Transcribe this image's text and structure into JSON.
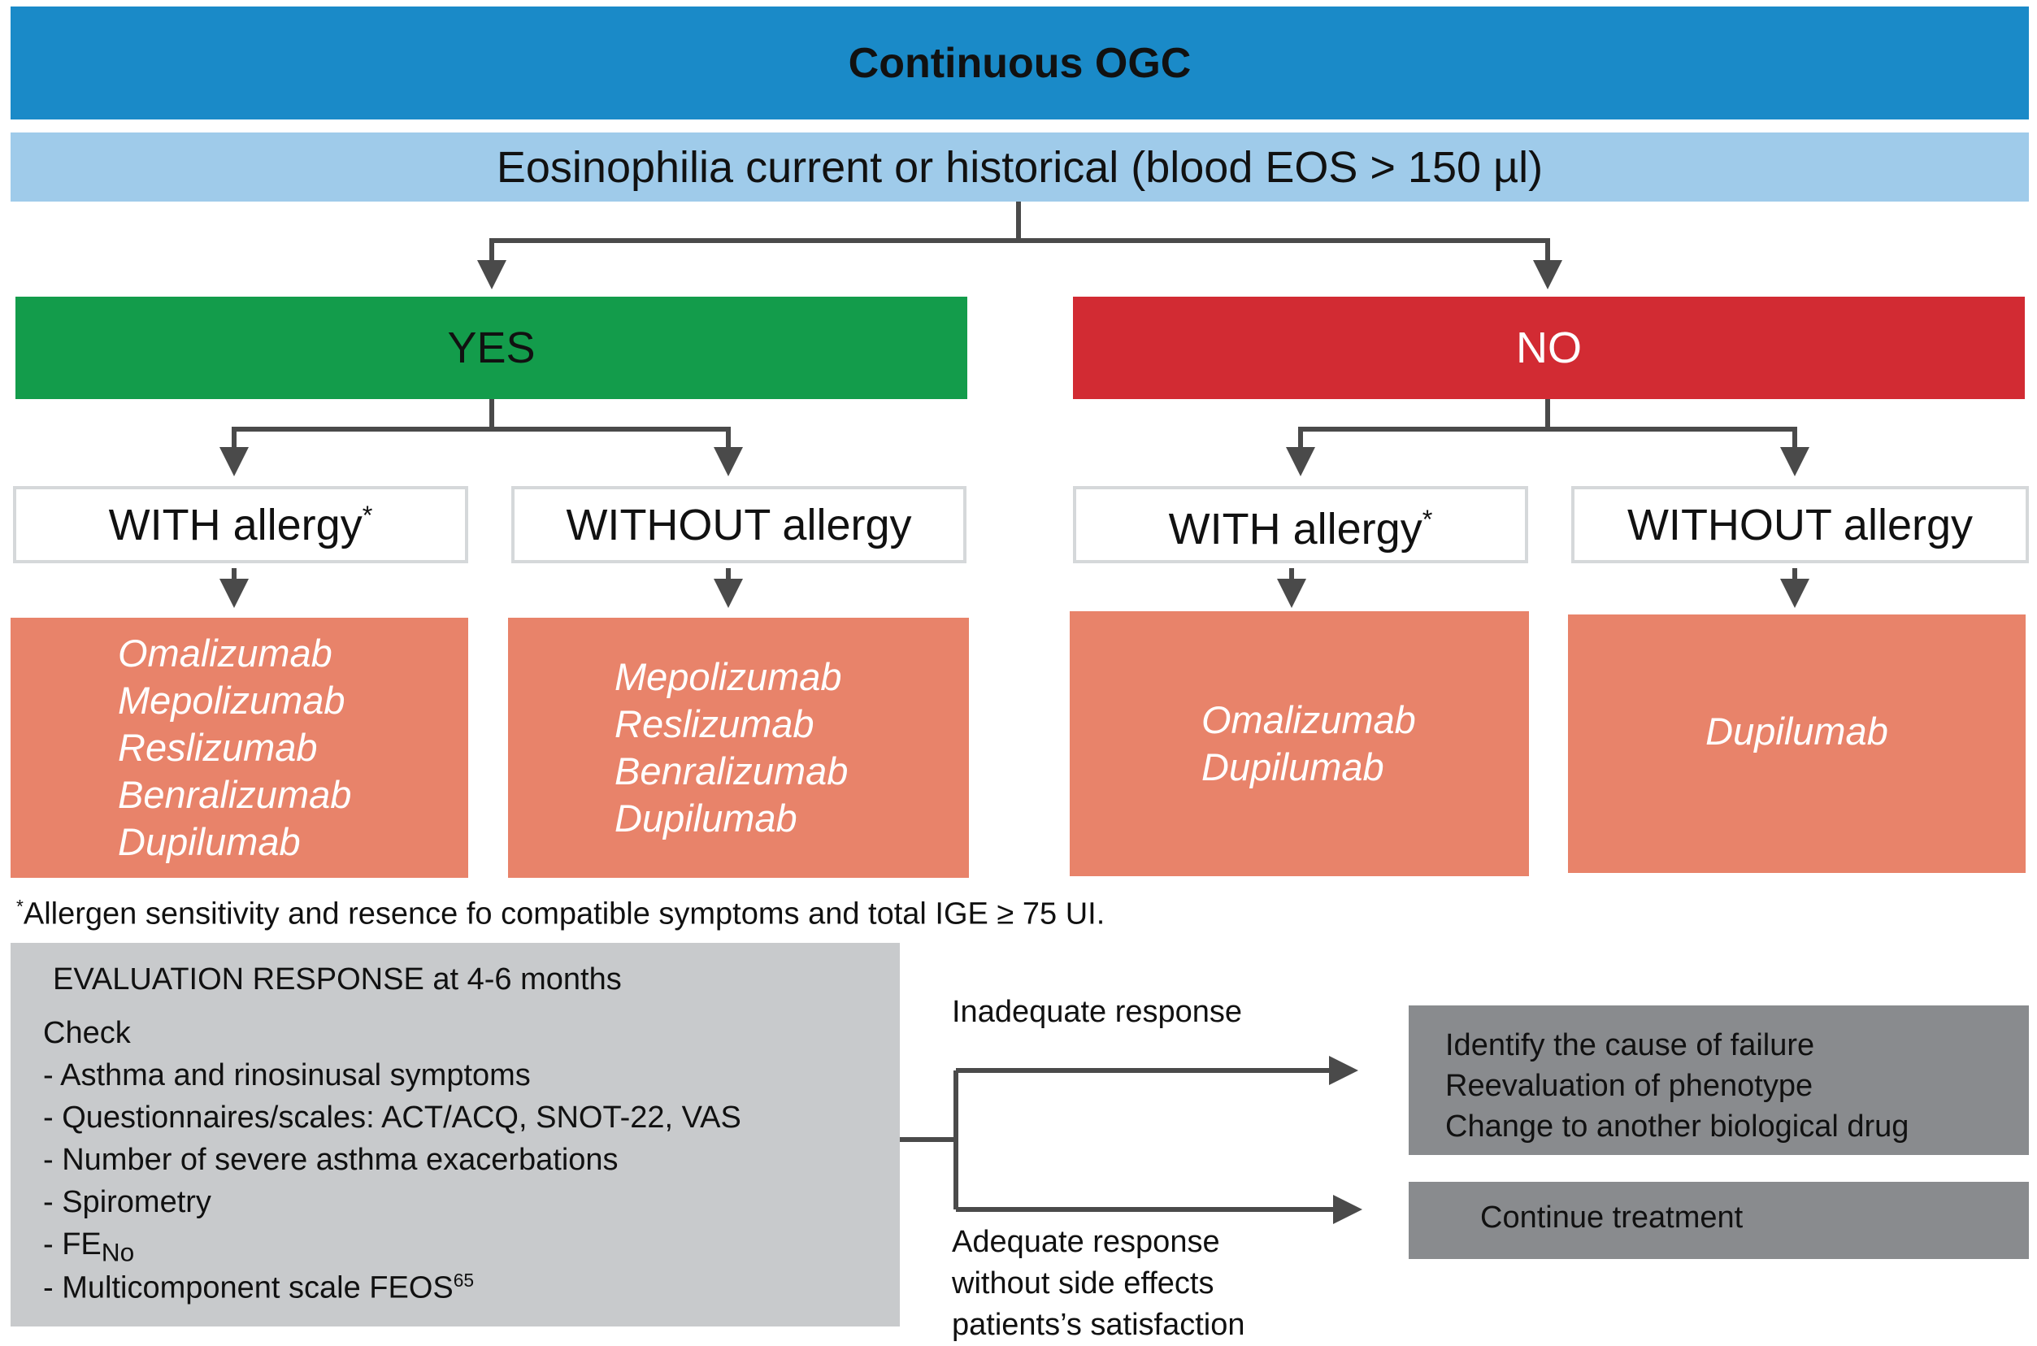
{
  "title": "Continuous OGC",
  "criterion": "Eosinophilia current or historical (blood EOS > 150 µl)",
  "branches": {
    "yes": {
      "label": "YES",
      "color": "#139c4b",
      "with_allergy": {
        "label": "WITH allergy",
        "marker": "*",
        "drugs": [
          "Omalizumab",
          "Mepolizumab",
          "Reslizumab",
          "Benralizumab",
          "Dupilumab"
        ]
      },
      "without_allergy": {
        "label": "WITHOUT allergy",
        "drugs": [
          "Mepolizumab",
          "Reslizumab",
          "Benralizumab",
          "Dupilumab"
        ]
      }
    },
    "no": {
      "label": "NO",
      "color": "#d22b33",
      "with_allergy": {
        "label": "WITH allergy",
        "marker": "*",
        "drugs": [
          "Omalizumab",
          "Dupilumab"
        ]
      },
      "without_allergy": {
        "label": "WITHOUT allergy",
        "drugs": [
          "Dupilumab"
        ]
      }
    }
  },
  "footnote": {
    "marker": "*",
    "text": "Allergen sensitivity and resence fo compatible symptoms and total IGE ≥ 75 UI."
  },
  "evaluation": {
    "heading": "EVALUATION RESPONSE at 4-6 months",
    "check": "Check",
    "items": [
      "- Asthma and rinosinusal symptoms",
      "- Questionnaires/scales: ACT/ACQ, SNOT-22, VAS",
      "- Number of severe asthma exacerbations",
      "- Spirometry"
    ],
    "feno": {
      "prefix": "- FE",
      "sub": "No"
    },
    "feos": {
      "text": "- Multicomponent scale FEOS",
      "sup": "65"
    }
  },
  "outcomes": {
    "inadequate": {
      "label": "Inadequate response",
      "actions": [
        "Identify the cause of failure",
        "Reevaluation of phenotype",
        "Change to another biological drug"
      ]
    },
    "adequate": {
      "label": [
        "Adequate response",
        "without side effects",
        "patients’s satisfaction"
      ],
      "action": "Continue treatment"
    }
  },
  "colors": {
    "title": "#1a8ac8",
    "criterion": "#9fcbea",
    "drugs": "#e8836a",
    "evaluation": "#c8cacc",
    "action": "#898b8e",
    "connector": "#4a4a4a"
  }
}
